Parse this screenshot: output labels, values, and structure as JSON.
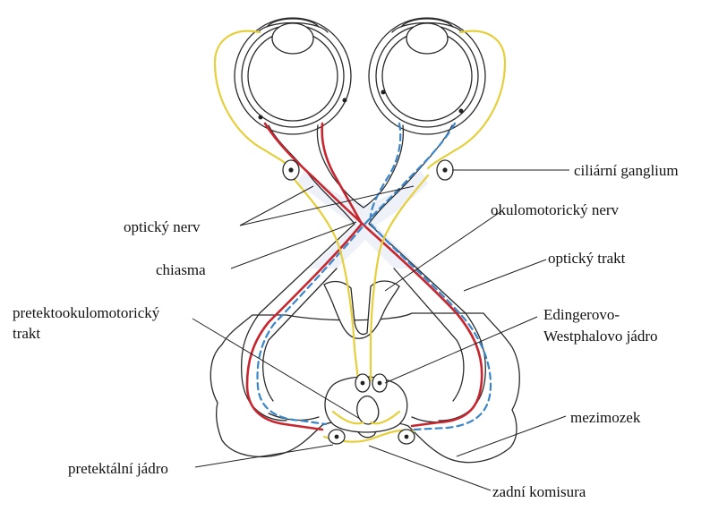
{
  "labels": {
    "ciliary_ganglion": "ciliární ganglium",
    "optic_nerve": "optický nerv",
    "oculomotor_nerve": "okulomotorický nerv",
    "chiasm": "chiasma",
    "optic_tract": "optický trakt",
    "pretectooculomotor_tract_line1": "pretektookulomotorický",
    "pretectooculomotor_tract_line2": "trakt",
    "edinger_line1": "Edingerovo-",
    "edinger_line2": "Westphalovo jádro",
    "diencephalon": "mezimozek",
    "pretectal_nucleus": "pretektální jádro",
    "posterior_commissure": "zadní komisura"
  },
  "colors": {
    "pathway_red": "#c8262f",
    "pathway_blue_dashed": "#3a86c8",
    "pathway_yellow": "#e6cf3c",
    "outline": "#2a2a2a"
  }
}
